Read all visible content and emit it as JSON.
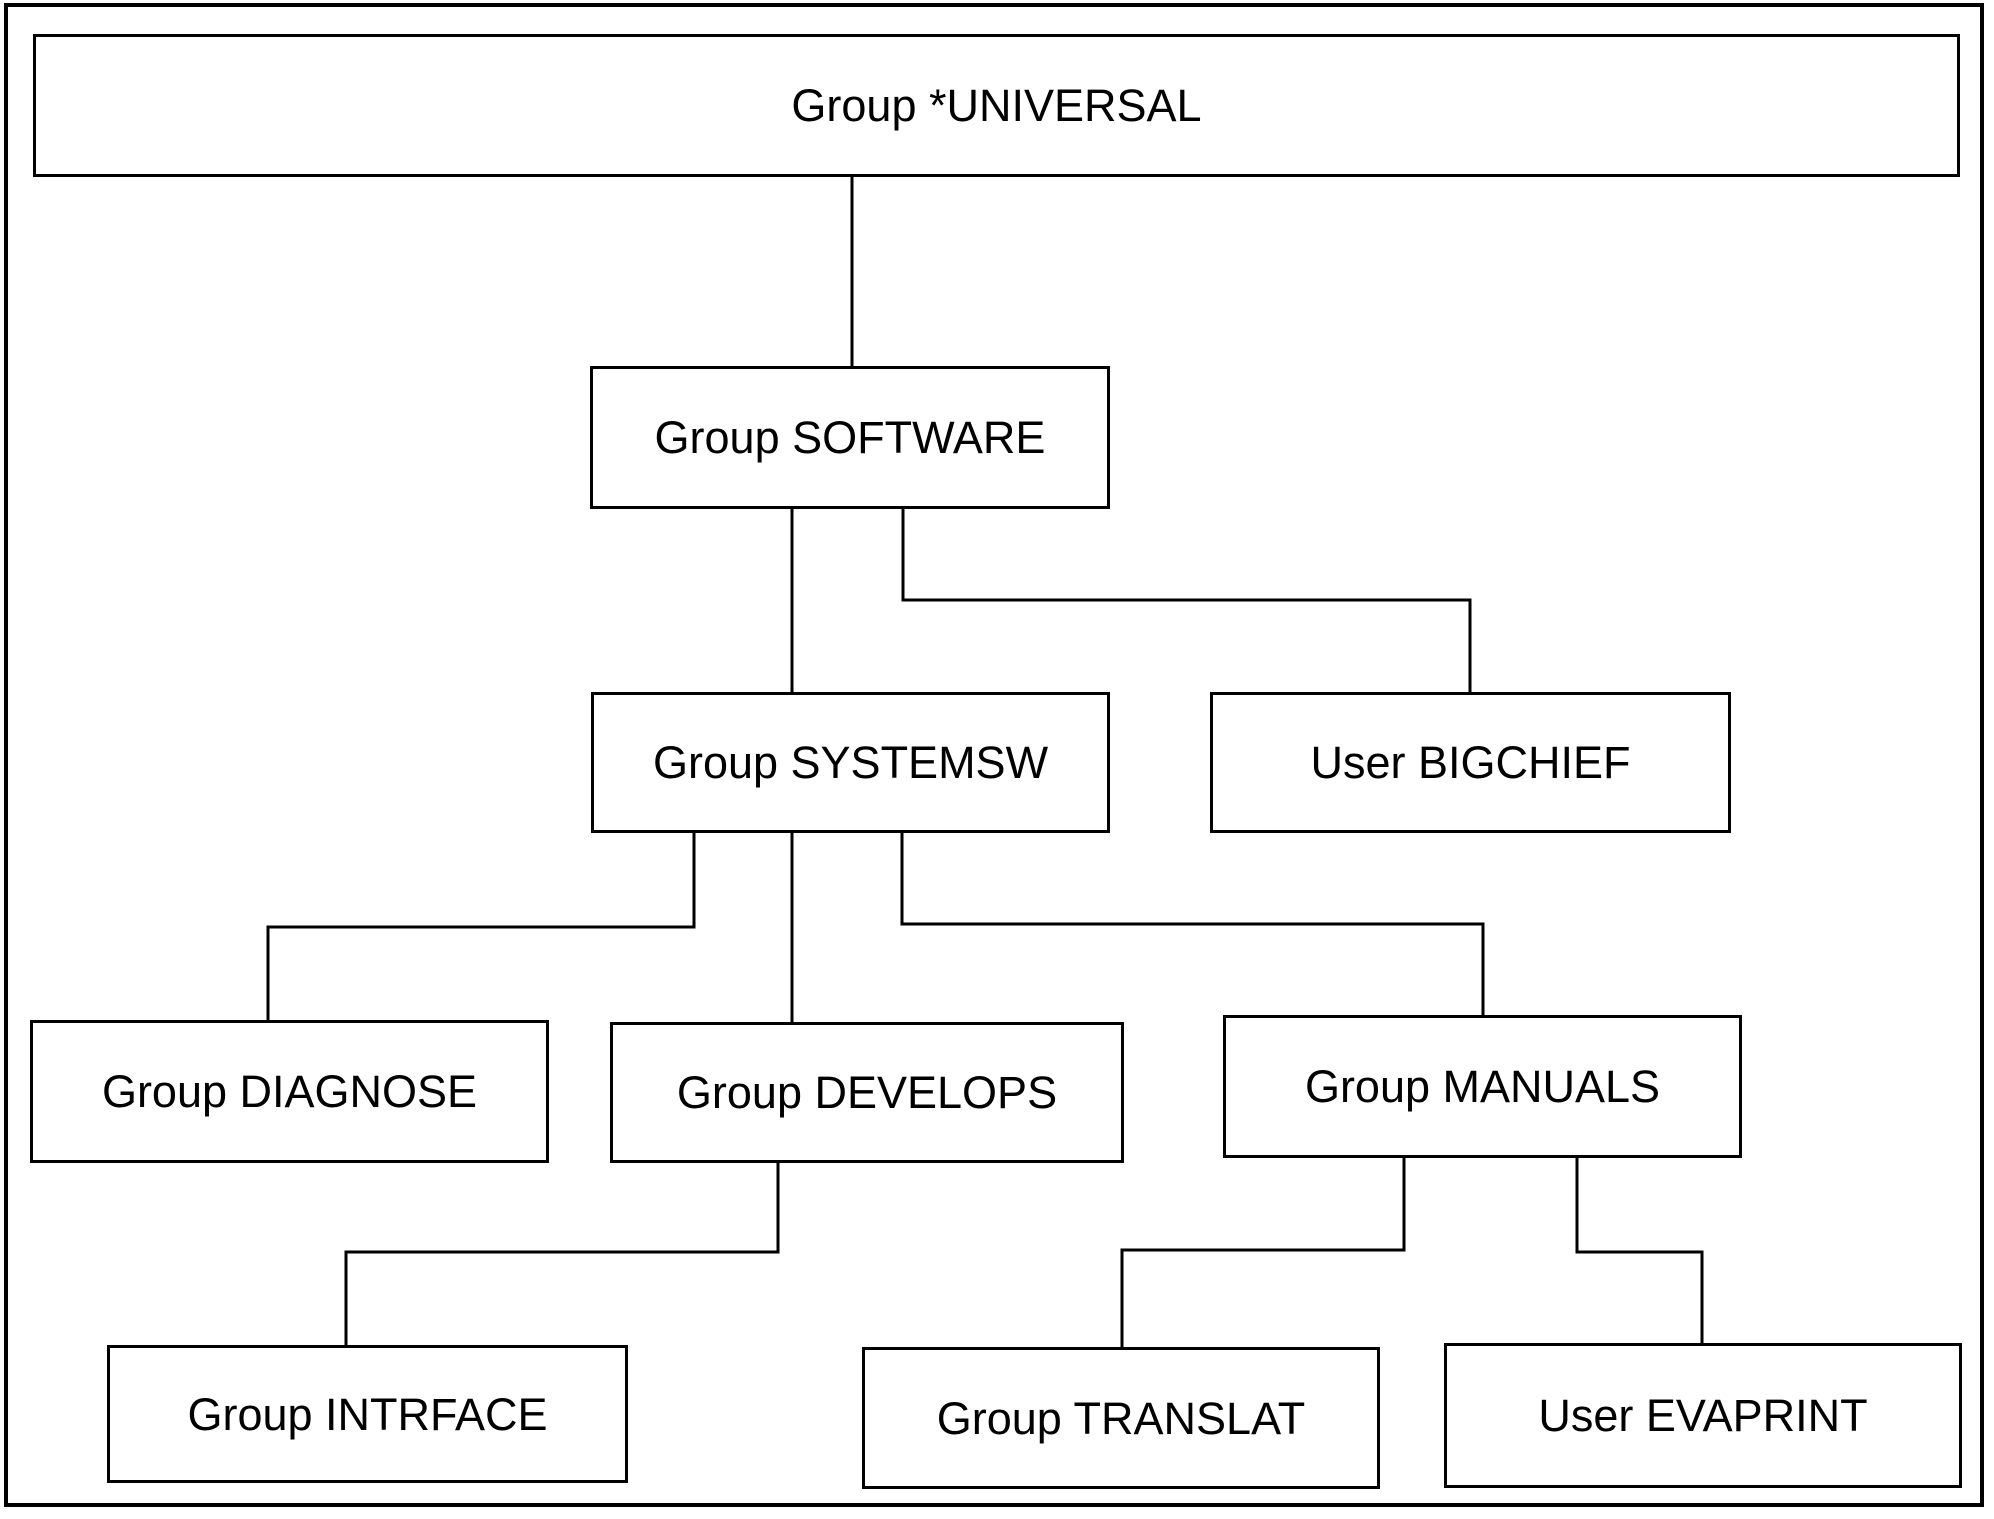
{
  "diagram": {
    "description": "Account structure hierarchy of groups and users",
    "colors": {
      "background": "#ffffff",
      "line": "#000000",
      "text": "#000000"
    },
    "nodes": [
      {
        "id": "universal",
        "type": "group",
        "label": "Group *UNIVERSAL"
      },
      {
        "id": "software",
        "type": "group",
        "label": "Group SOFTWARE"
      },
      {
        "id": "systemsw",
        "type": "group",
        "label": "Group SYSTEMSW"
      },
      {
        "id": "bigchief",
        "type": "user",
        "label": "User BIGCHIEF"
      },
      {
        "id": "diagnose",
        "type": "group",
        "label": "Group DIAGNOSE"
      },
      {
        "id": "develops",
        "type": "group",
        "label": "Group DEVELOPS"
      },
      {
        "id": "manuals",
        "type": "group",
        "label": "Group MANUALS"
      },
      {
        "id": "intrface",
        "type": "group",
        "label": "Group INTRFACE"
      },
      {
        "id": "translat",
        "type": "group",
        "label": "Group TRANSLAT"
      },
      {
        "id": "evaprint",
        "type": "user",
        "label": "User EVAPRINT"
      }
    ],
    "edges": [
      {
        "from": "Group *UNIVERSAL",
        "to": "Group SOFTWARE"
      },
      {
        "from": "Group SOFTWARE",
        "to": "Group SYSTEMSW"
      },
      {
        "from": "Group SOFTWARE",
        "to": "User BIGCHIEF"
      },
      {
        "from": "Group SYSTEMSW",
        "to": "Group DIAGNOSE"
      },
      {
        "from": "Group SYSTEMSW",
        "to": "Group DEVELOPS"
      },
      {
        "from": "Group SYSTEMSW",
        "to": "Group MANUALS"
      },
      {
        "from": "Group DEVELOPS",
        "to": "Group INTRFACE"
      },
      {
        "from": "Group MANUALS",
        "to": "Group TRANSLAT"
      },
      {
        "from": "Group MANUALS",
        "to": "User EVAPRINT"
      }
    ]
  }
}
